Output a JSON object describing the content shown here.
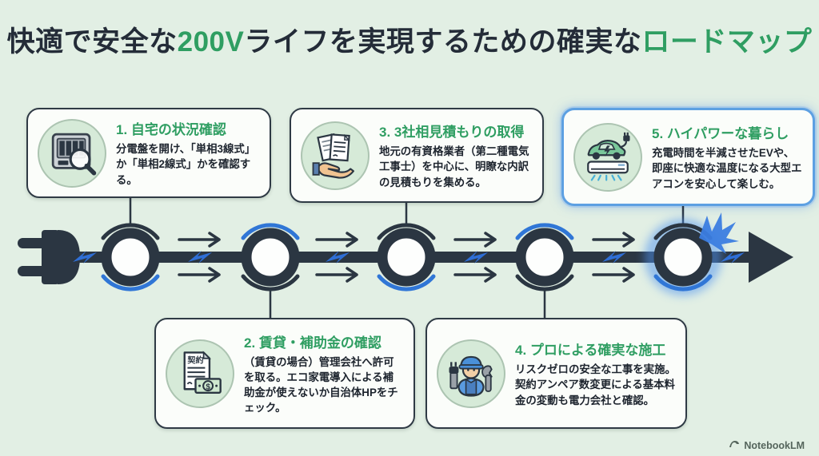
{
  "title": {
    "seg1": "快適で安全な",
    "seg2": "200V",
    "seg3": "ライフを実現するための確実な",
    "seg4": "ロードマップ"
  },
  "colors": {
    "background": "#e2efe4",
    "accent_green": "#2f9e62",
    "navy": "#2b3642",
    "accent_blue": "#2f6fd6",
    "highlight_card_border": "#5da0e2",
    "card_background": "#fbfdfa",
    "icon_circle_background": "#d6ead8"
  },
  "steps": [
    {
      "title": "1. 自宅の状況確認",
      "body": "分電盤を開け、「単相3線式」か「単相2線式」かを確認する。",
      "icon": "breaker-panel-magnifier-icon",
      "position": "top",
      "highlighted": false
    },
    {
      "title": "2. 賃貸・補助金の確認",
      "body": "（賃貸の場合）管理会社へ許可を取る。エコ家電導入による補助金が使えないか自治体HPをチェック。",
      "icon": "contract-money-icon",
      "icon_label": "契約",
      "icon_money_symbol": "$",
      "position": "bottom",
      "highlighted": false
    },
    {
      "title": "3. 3社相見積もりの取得",
      "body": "地元の有資格業者（第二種電気工事士）を中心に、明瞭な内訳の見積もりを集める。",
      "icon": "hand-documents-icon",
      "position": "top",
      "highlighted": false
    },
    {
      "title": "4. プロによる確実な施工",
      "body": "リスクゼロの安全な工事を実施。契約アンペア数変更による基本料金の変動も電力会社と確認。",
      "icon": "electrician-icon",
      "position": "bottom",
      "highlighted": false
    },
    {
      "title": "5. ハイパワーな暮らし",
      "body": "充電時間を半減させたEVや、即座に快適な温度になる大型エアコンを安心して楽しむ。",
      "icon": "ev-aircon-icon",
      "position": "top",
      "highlighted": true
    }
  ],
  "watermark": {
    "label": "NotebookLM"
  }
}
